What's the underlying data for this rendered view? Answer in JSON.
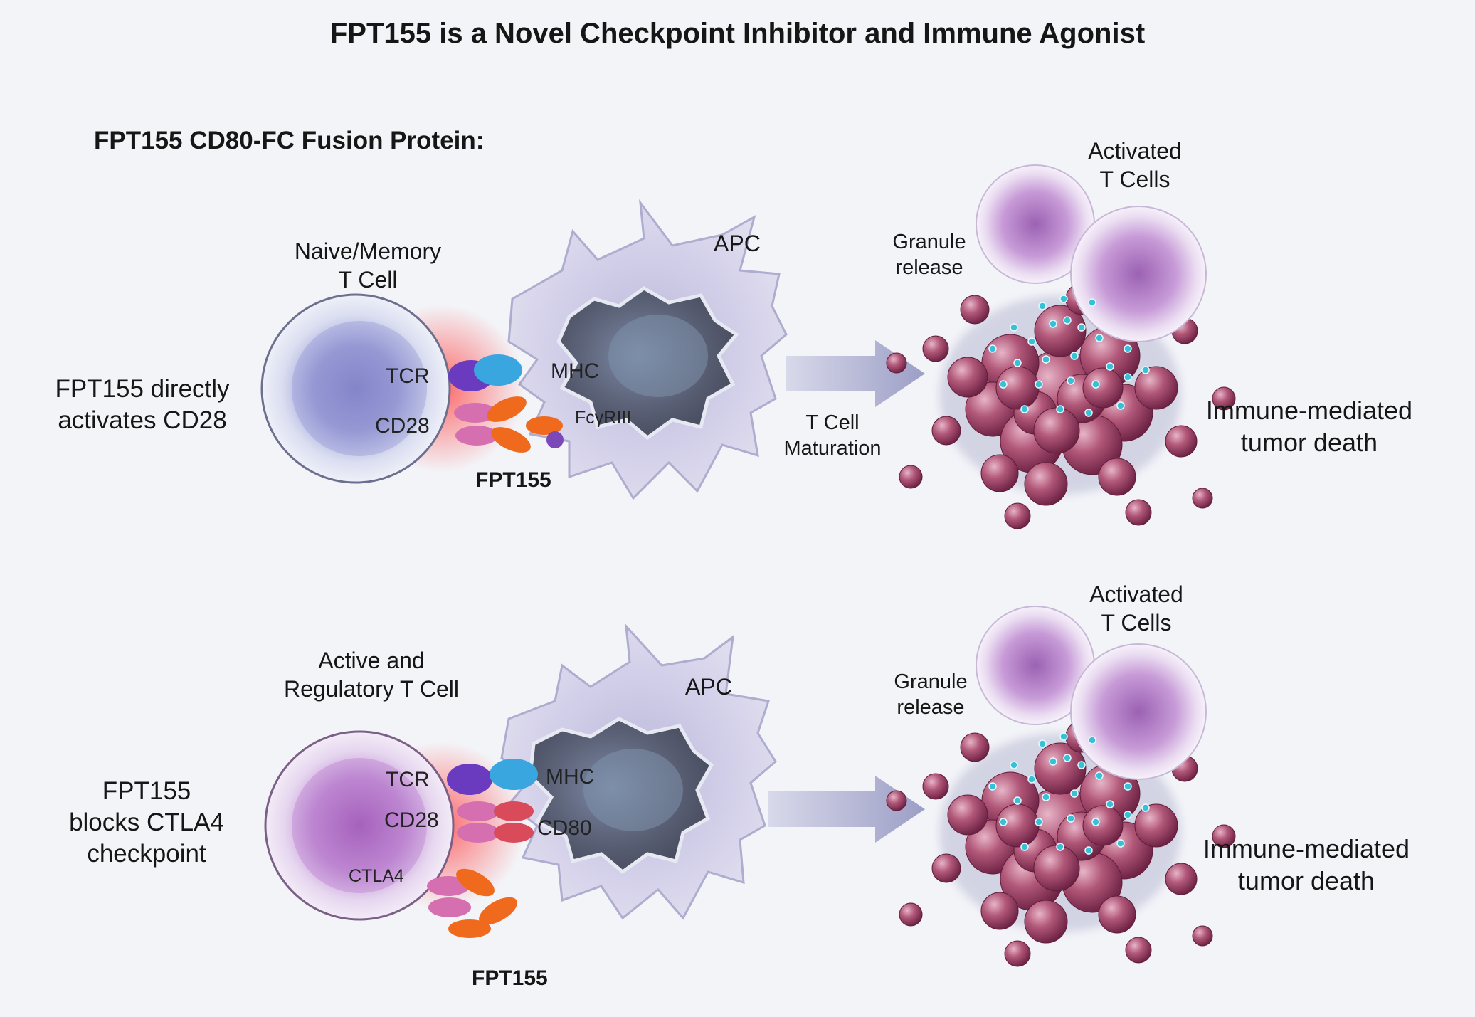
{
  "title": "FPT155 is a Novel Checkpoint Inhibitor and Immune Agonist",
  "subtitle": "FPT155 CD80-FC Fusion Protein:",
  "colors": {
    "background": "#f3f4f8",
    "naive_t_cell": "#8f8fd0",
    "regulatory_t_cell": "#b07ac9",
    "apc_membrane": "#c9c7e3",
    "apc_nucleus": "#55596e",
    "fpt155": "#f06a1e",
    "tcr": "#6a3bbf",
    "mhc": "#2e9bd6",
    "cd28": "#d66fb0",
    "cd80": "#d94a5a",
    "tumor": "#9c3c62",
    "arrow": "#a6a8cb",
    "granule": "#38c1d6"
  },
  "icons": {
    "arrow": "right-arrow-icon",
    "t_cell": "t-cell-icon",
    "apc": "apc-cell-icon",
    "tumor": "tumor-cluster-icon"
  },
  "panels": [
    {
      "description": [
        "FPT155 directly",
        "activates CD28"
      ],
      "t_cell_label": [
        "Naive/Memory",
        "T Cell"
      ],
      "apc_label": "APC",
      "tcr_label": "TCR",
      "cd28_label": "CD28",
      "mhc_label": "MHC",
      "receptor_label": "FcγRIII",
      "drug_label": "FPT155",
      "arrow_label": [
        "T Cell",
        "Maturation"
      ],
      "activated_label": [
        "Activated",
        "T Cells"
      ],
      "granule_label": [
        "Granule",
        "release"
      ],
      "outcome_label": [
        "Immune-mediated",
        "tumor death"
      ]
    },
    {
      "description": [
        "FPT155",
        "blocks CTLA4",
        "checkpoint"
      ],
      "t_cell_label": [
        "Active and",
        "Regulatory T Cell"
      ],
      "apc_label": "APC",
      "tcr_label": "TCR",
      "cd28_label": "CD28",
      "ctla4_label": "CTLA4",
      "mhc_label": "MHC",
      "cd80_label": "CD80",
      "drug_label": "FPT155",
      "activated_label": [
        "Activated",
        "T Cells"
      ],
      "granule_label": [
        "Granule",
        "release"
      ],
      "outcome_label": [
        "Immune-mediated",
        "tumor death"
      ]
    }
  ]
}
